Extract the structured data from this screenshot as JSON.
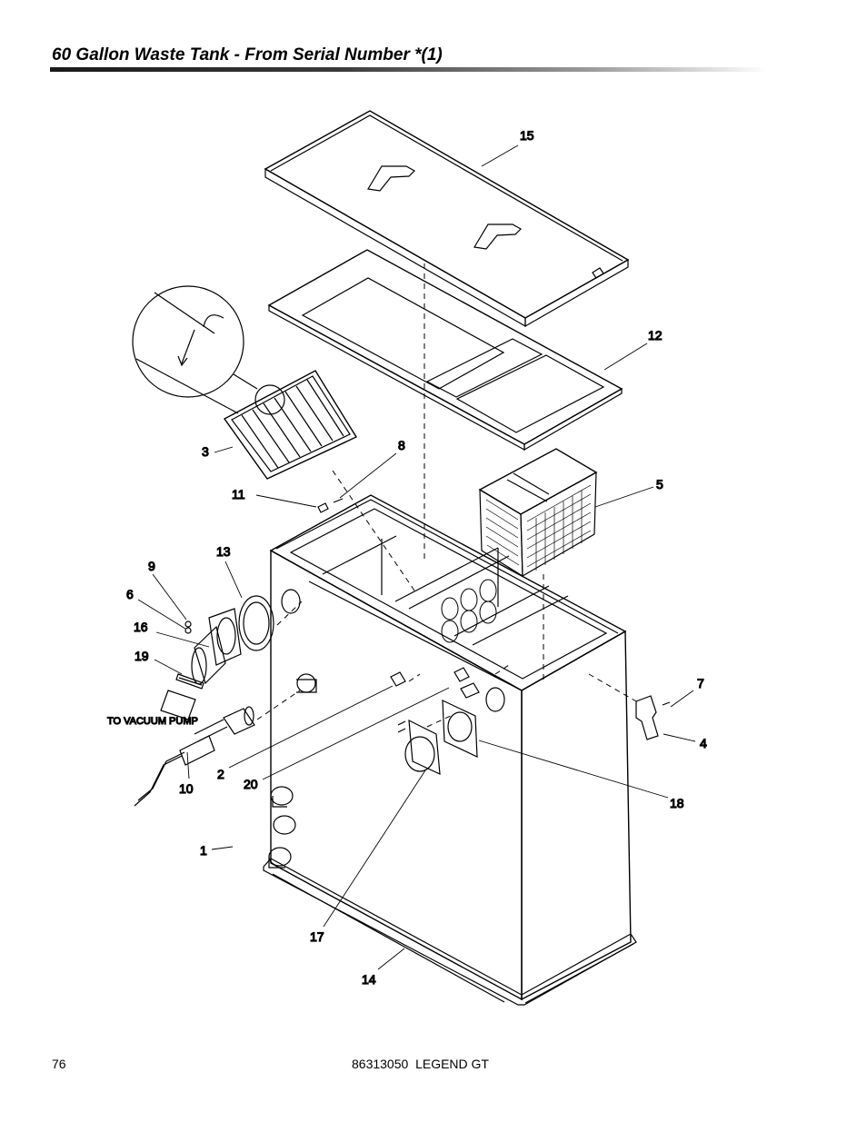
{
  "header": {
    "title": "60 Gallon Waste Tank - From Serial Number *(1)"
  },
  "diagram": {
    "callouts": [
      "15",
      "12",
      "3",
      "8",
      "5",
      "11",
      "13",
      "9",
      "6",
      "16",
      "19",
      "7",
      "4",
      "2",
      "20",
      "10",
      "18",
      "1",
      "17",
      "14"
    ],
    "note": "TO VACUUM PUMP"
  },
  "footer": {
    "page_number": "76",
    "document": "86313050  LEGEND GT"
  }
}
